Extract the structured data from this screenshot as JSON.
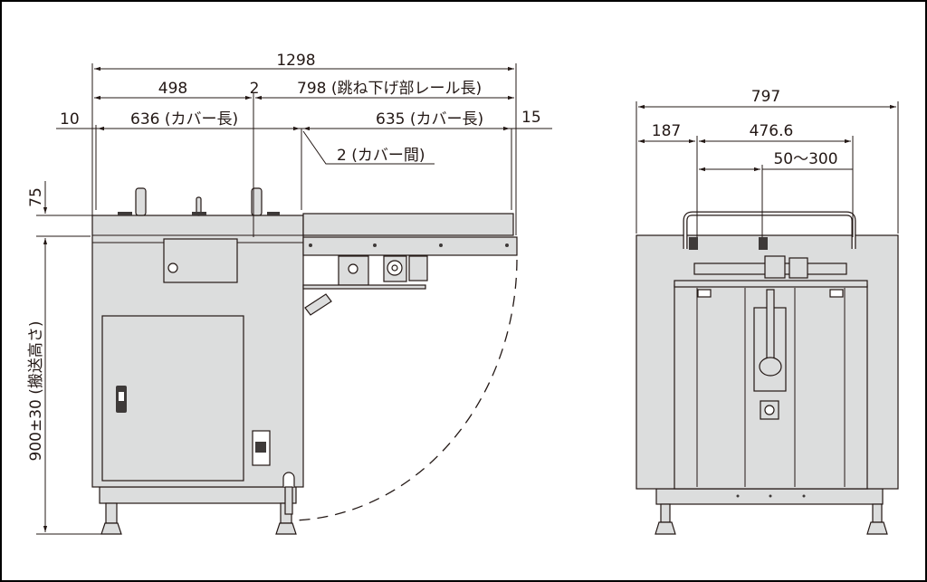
{
  "side_view": {
    "dim_total": "1298",
    "dim_left_section": "498",
    "dim_gap_top": "2",
    "dim_right_section": "798 (跳ね下げ部レール長)",
    "dim_left_margin": "10",
    "dim_left_cover": "636 (カバー長)",
    "dim_right_cover": "635 (カバー長)",
    "dim_right_margin": "15",
    "dim_cover_gap": "2 (カバー間)",
    "dim_top_height": "75",
    "dim_conveyor_height": "900±30 (搬送高さ)"
  },
  "front_view": {
    "dim_total_width": "797",
    "dim_left_offset": "187",
    "dim_rail_width": "476.6",
    "dim_adjust_range": "50～300"
  },
  "colors": {
    "line": "#231815",
    "body": "#dcdddd"
  }
}
